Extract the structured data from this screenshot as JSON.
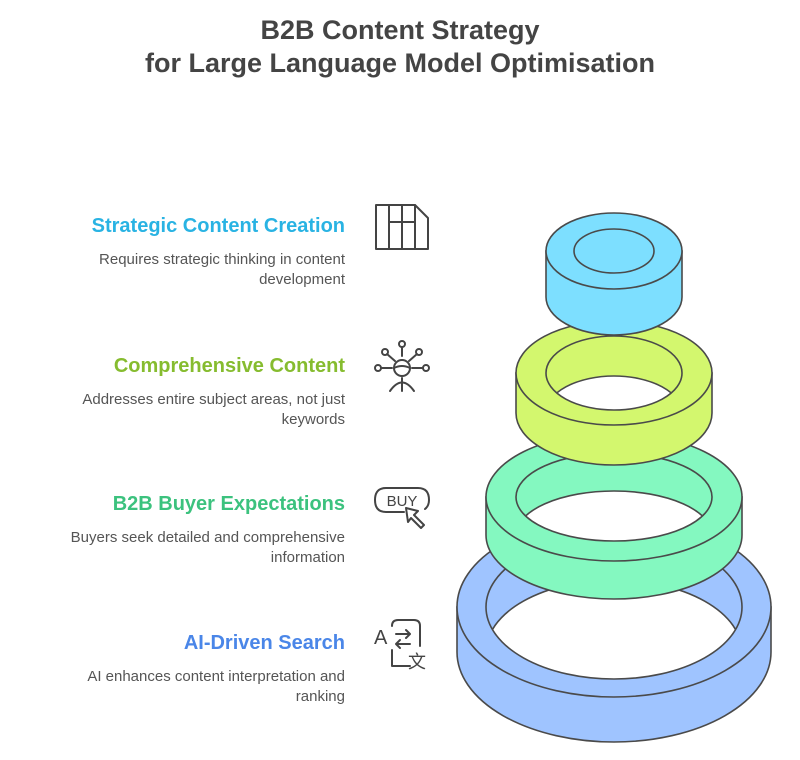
{
  "title": {
    "line1": "B2B Content Strategy",
    "line2": "for Large Language Model Optimisation"
  },
  "levels": [
    {
      "heading": "Strategic Content Creation",
      "desc_line1": "Requires strategic thinking in content",
      "desc_line2": "development",
      "color": "#29b3e3",
      "ring_color": "#7ddfff",
      "icon": "library-books-icon"
    },
    {
      "heading": "Comprehensive Content",
      "desc_line1": "Addresses entire subject areas, not just",
      "desc_line2": "keywords",
      "color": "#86bc2f",
      "ring_color": "#d3f76e",
      "icon": "person-network-icon"
    },
    {
      "heading": "B2B Buyer Expectations",
      "desc_line1": "Buyers seek detailed and comprehensive",
      "desc_line2": "information",
      "color": "#3cc27e",
      "ring_color": "#84f8c0",
      "icon": "buy-cursor-icon"
    },
    {
      "heading": "AI-Driven Search",
      "desc_line1": "AI enhances content interpretation and",
      "desc_line2": "ranking",
      "color": "#4a86e8",
      "ring_color": "#9fc4ff",
      "icon": "translate-icon"
    }
  ],
  "icon_glyphs": {
    "buy": "BUY",
    "a": "A",
    "wen": "文"
  }
}
